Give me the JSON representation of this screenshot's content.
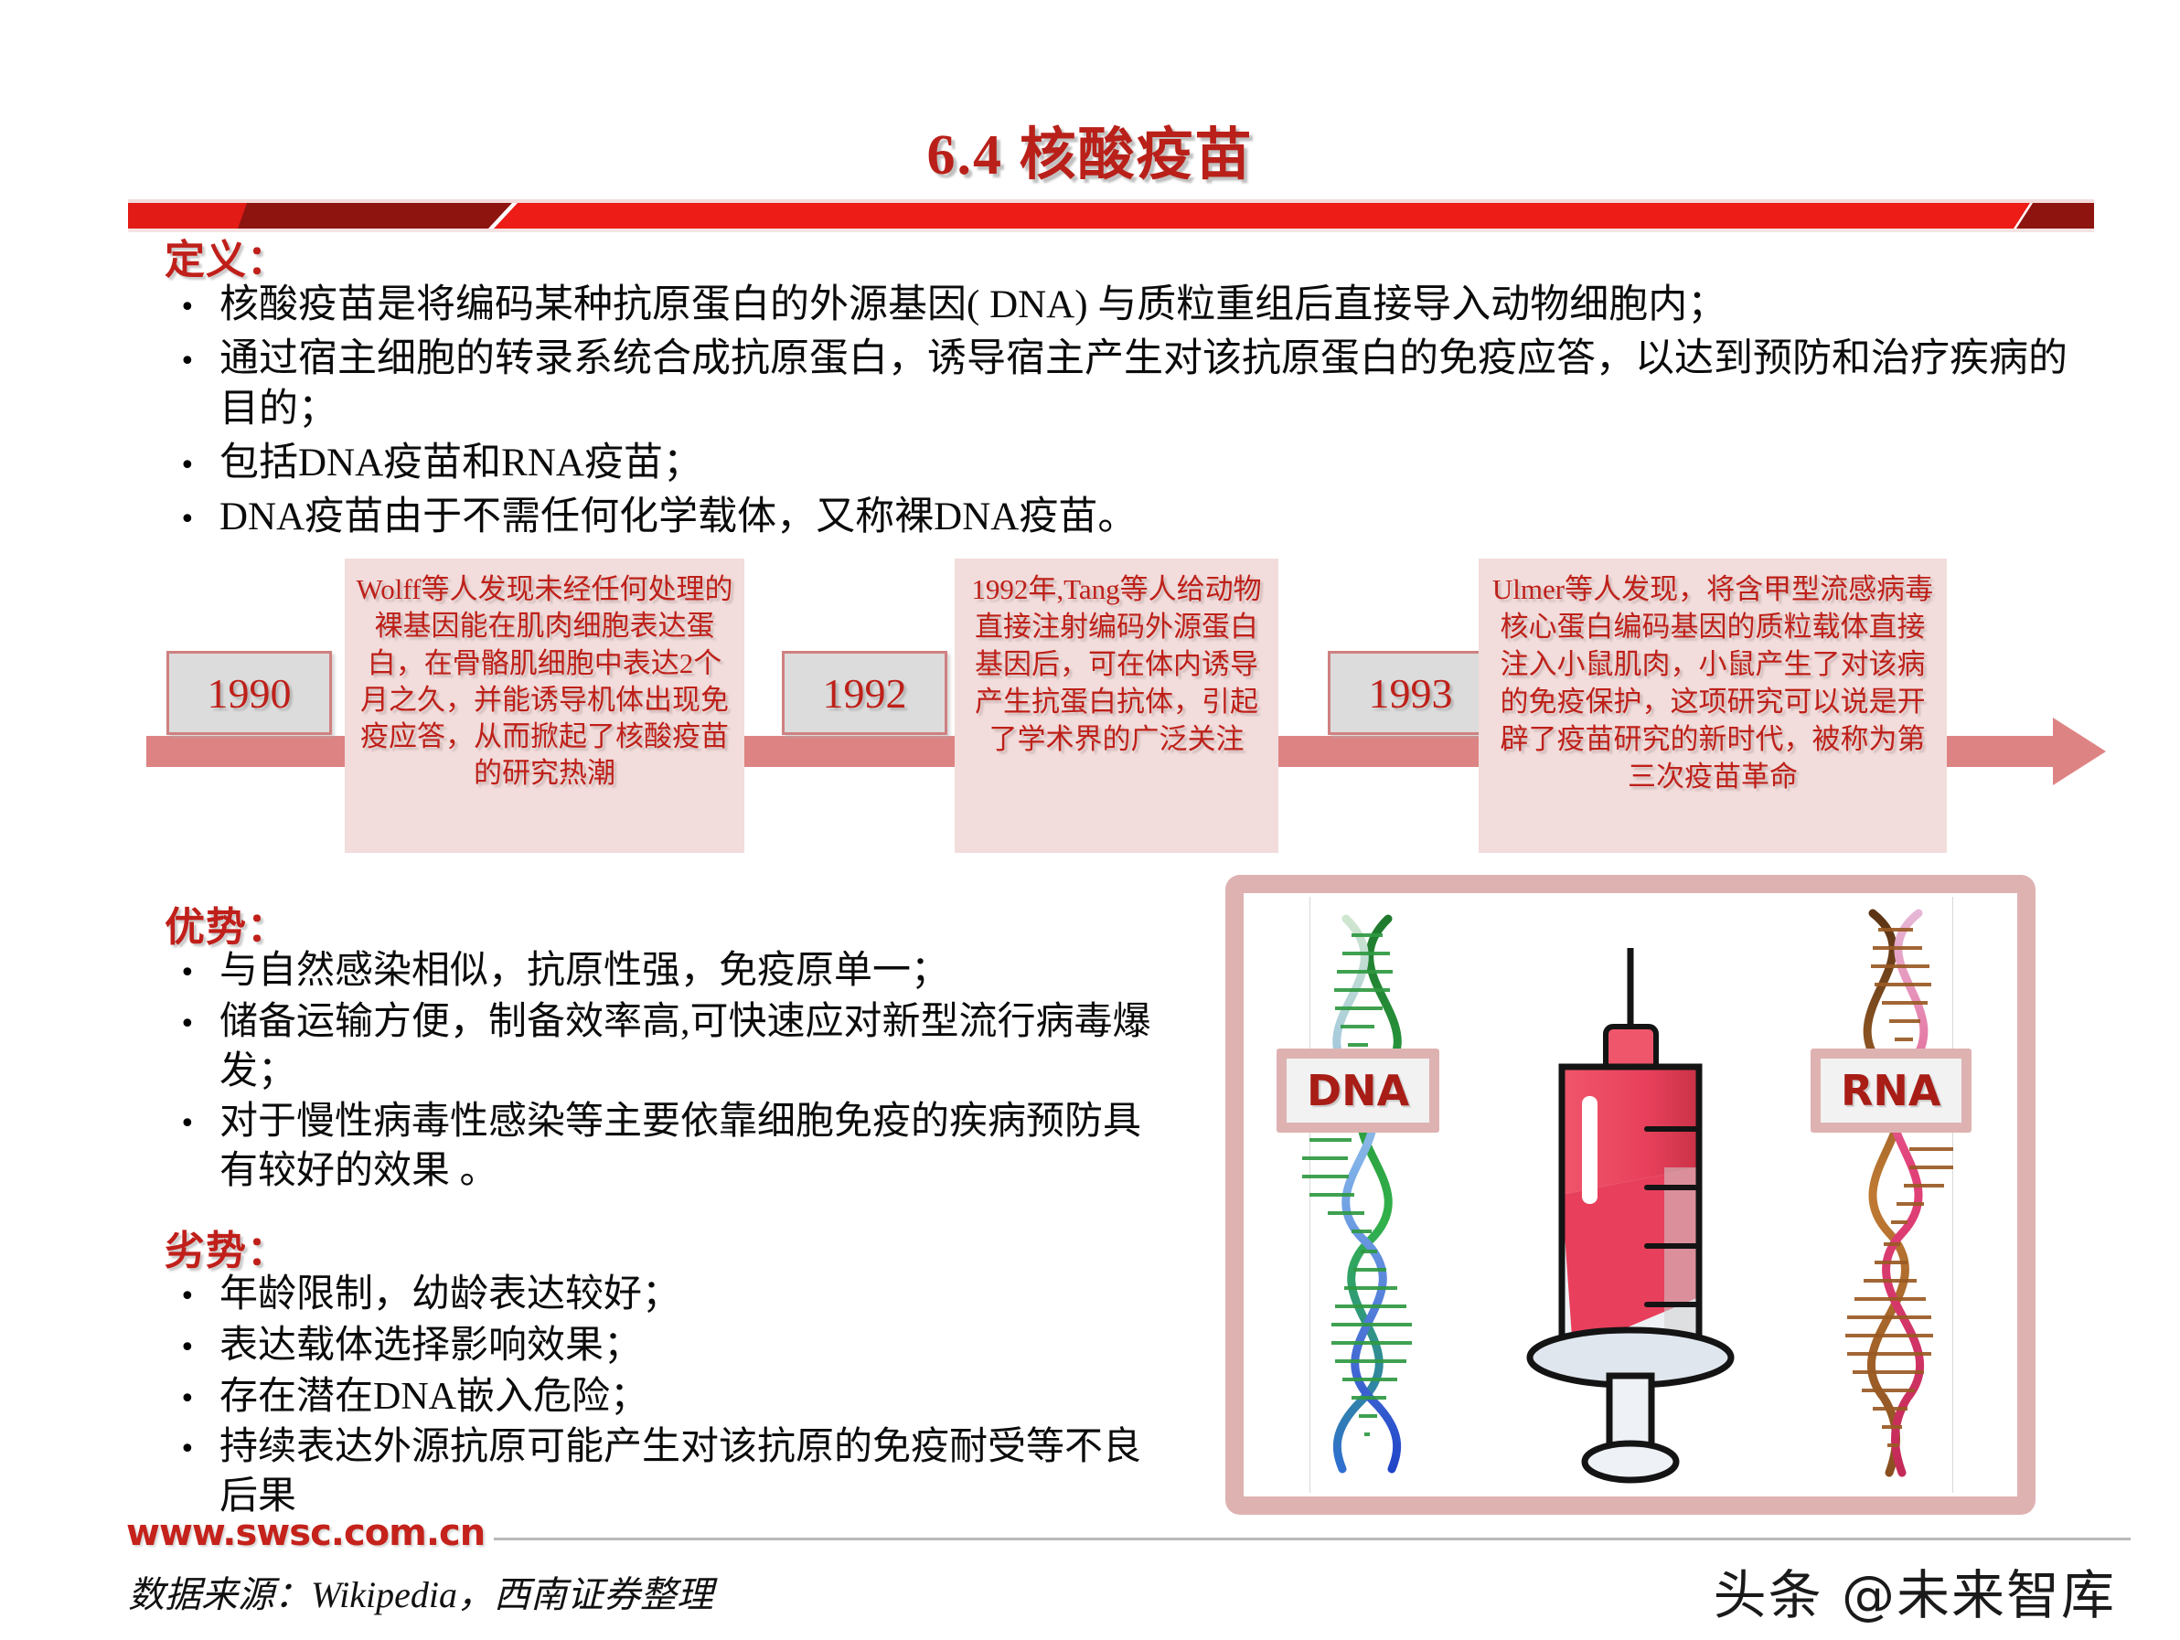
{
  "title": "6.4  核酸疫苗",
  "sections": {
    "definition_head": "定义：",
    "advantage_head": "优势：",
    "disadvantage_head": "劣势："
  },
  "definition_bullets": [
    "核酸疫苗是将编码某种抗原蛋白的外源基因( DNA) 与质粒重组后直接导入动物细胞内；",
    "通过宿主细胞的转录系统合成抗原蛋白，诱导宿主产生对该抗原蛋白的免疫应答，以达到预防和治疗疾病的目的；",
    "包括DNA疫苗和RNA疫苗；",
    "DNA疫苗由于不需任何化学载体，又称裸DNA疫苗。"
  ],
  "advantage_bullets": [
    "与自然感染相似，抗原性强，免疫原单一；",
    "储备运输方便，制备效率高,可快速应对新型流行病毒爆发；",
    "对于慢性病毒性感染等主要依靠细胞免疫的疾病预防具有较好的效果 。"
  ],
  "disadvantage_bullets": [
    "年龄限制，幼龄表达较好；",
    "表达载体选择影响效果；",
    "存在潜在DNA嵌入危险；",
    "持续表达外源抗原可能产生对该抗原的免疫耐受等不良后果"
  ],
  "timeline": {
    "years": [
      "1990",
      "1992",
      "1993"
    ],
    "cards": [
      "Wolff等人发现未经任何处理的裸基因能在肌肉细胞表达蛋白，在骨骼肌细胞中表达2个月之久，并能诱导机体出现免疫应答，从而掀起了核酸疫苗的研究热潮",
      "1992年,Tang等人给动物直接注射编码外源蛋白基因后，可在体内诱导产生抗蛋白抗体，引起了学术界的广泛关注",
      "Ulmer等人发现，将含甲型流感病毒核心蛋白编码基因的质粒载体直接注入小鼠肌肉，小鼠产生了对该病的免疫保护，这项研究可以说是开辟了疫苗研究的新时代，被称为第三次疫苗革命"
    ]
  },
  "figure": {
    "dna_label": "DNA",
    "rna_label": "RNA"
  },
  "footer": {
    "site": "www.swsc.com.cn",
    "source": "数据来源：Wikipedia，西南证券整理",
    "watermark": "头条 @未来智库"
  },
  "colors": {
    "title_red": "#B92019",
    "bar_red": "#ED1C16",
    "bar_dark_red": "#8E1410",
    "timeline_rose": "#DE8383",
    "card_pink": "#F2DDDC",
    "frame_pink": "#DFB2B2",
    "year_box_gray": "#DCDCDC"
  }
}
